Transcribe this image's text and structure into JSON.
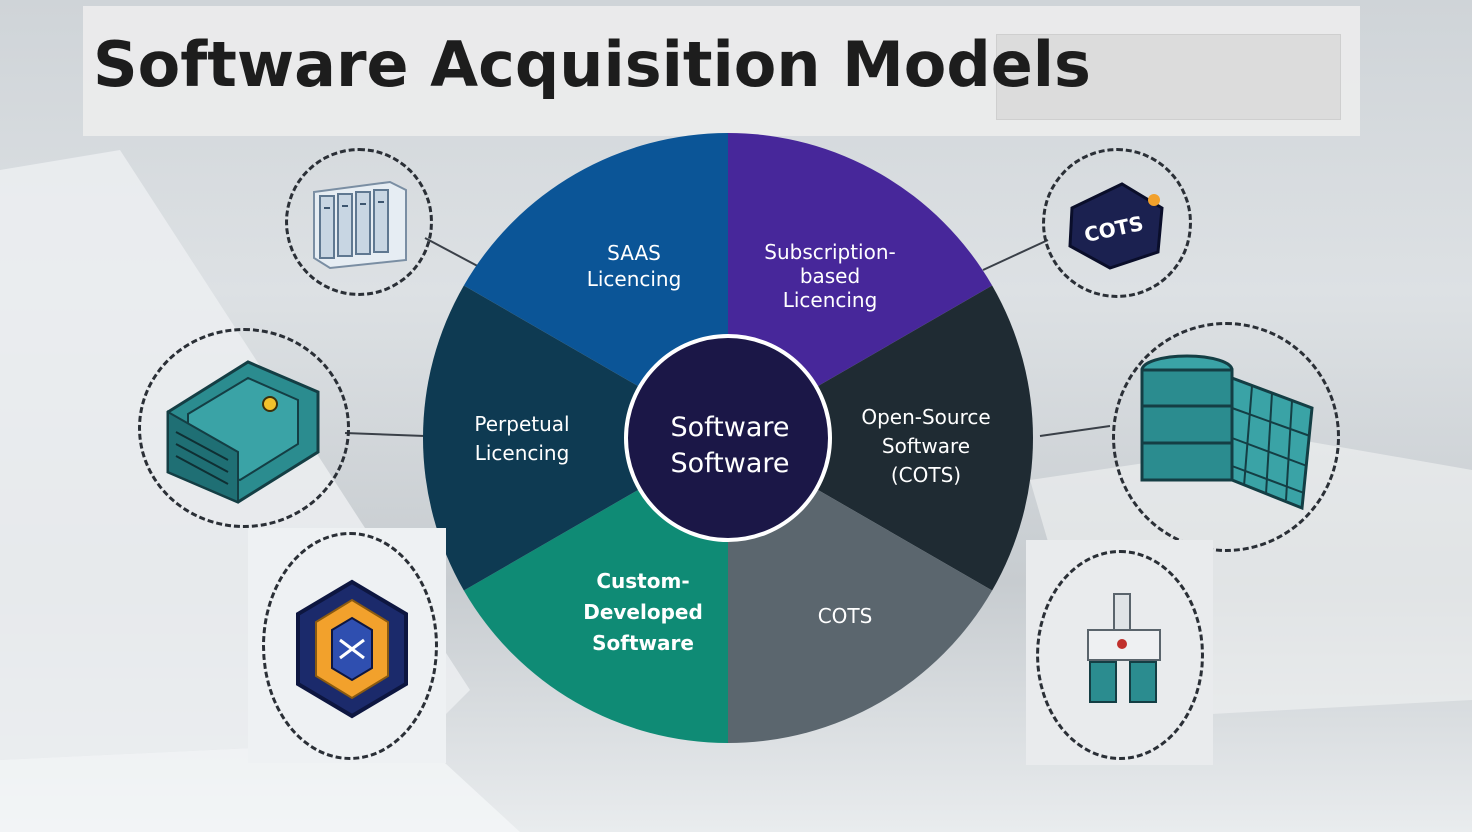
{
  "title": {
    "part1": "Software Acquisition",
    "part2": "Models"
  },
  "center": {
    "lines": [
      "Software",
      "Software"
    ]
  },
  "segments": [
    {
      "name": "saas",
      "lines": [
        "SAAS",
        "Licencing"
      ],
      "color": "#0b5597"
    },
    {
      "name": "subscription",
      "lines": [
        "Subscription-",
        "based",
        "Licencing"
      ],
      "color": "#47279a"
    },
    {
      "name": "open-source",
      "lines": [
        "Open-Source",
        "Software",
        "(COTS)"
      ],
      "color": "#1f2b33"
    },
    {
      "name": "cots",
      "lines": [
        "COTS"
      ],
      "color": "#5b666e"
    },
    {
      "name": "custom",
      "lines": [
        "Custom-",
        "Developed",
        "Software"
      ],
      "color": "#0f8b75"
    },
    {
      "name": "perpetual",
      "lines": [
        "Perpetual",
        "Licencing"
      ],
      "color": "#0e3a52"
    }
  ],
  "icons": {
    "cots_badge_text": "COTS"
  },
  "colors": {
    "center_fill": "#1b1747",
    "teal_icon": "#2b8c8f",
    "orange_icon": "#f2a12c"
  }
}
